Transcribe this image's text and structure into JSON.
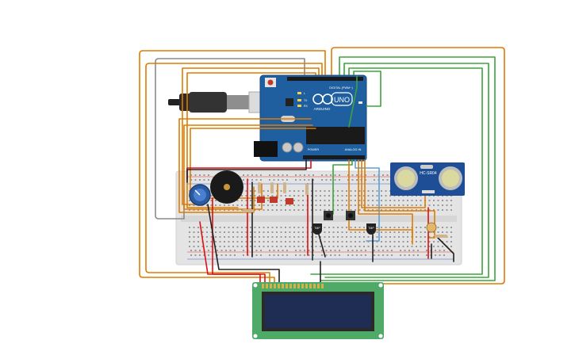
{
  "arduino": {
    "brand": "ARDUINO",
    "model": "UNO",
    "digital_header_label": "DIGITAL (PWM~)",
    "power_label": "POWER",
    "analog_label": "ANALOG IN",
    "led_labels": [
      "L",
      "TX",
      "RX"
    ],
    "board_color": "#1f5f9f"
  },
  "ultrasonic": {
    "model": "HC-SR04",
    "board_color": "#1e4f96"
  },
  "transistors": {
    "label": "TMP"
  },
  "colors": {
    "wire_orange": "#e07b00",
    "wire_green": "#3aa53a",
    "wire_red": "#dd1111",
    "wire_black": "#222222",
    "wire_gray": "#8a8a8a",
    "wire_blue": "#5aa0d8",
    "breadboard": "#e4e4e4",
    "lcd_pcb": "#4faa68",
    "lcd_screen": "#1f2d55"
  }
}
